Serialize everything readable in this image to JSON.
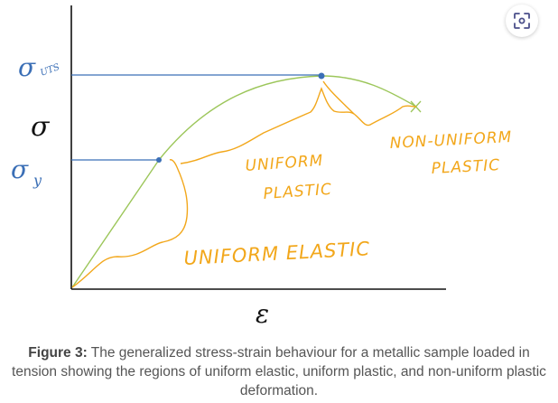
{
  "diagram": {
    "labels": {
      "sigma_uts_main": "σ",
      "sigma_uts_sub": "UTS",
      "sigma_axis": "σ",
      "sigma_y_main": "σ",
      "sigma_y_sub": "y",
      "epsilon_axis": "ε",
      "uniform_plastic_line1": "UNIFORM",
      "uniform_plastic_line2": "PLASTIC",
      "non_uniform_line1": "NON-UNIFORM",
      "non_uniform_line2": "PLASTIC",
      "uniform_elastic": "UNIFORM ELASTIC"
    },
    "colors": {
      "curve": "#9cc65a",
      "reference_lines": "#3b6fb6",
      "brackets": "#f2a71b",
      "axes": "#111111"
    }
  },
  "expand_button": {
    "icon": "expand-icon"
  },
  "caption": {
    "label": "Figure 3:",
    "text": " The generalized stress-strain behaviour for a metallic sample loaded in tension showing the regions of uniform elastic, uniform plastic, and non-uniform plastic deformation."
  }
}
